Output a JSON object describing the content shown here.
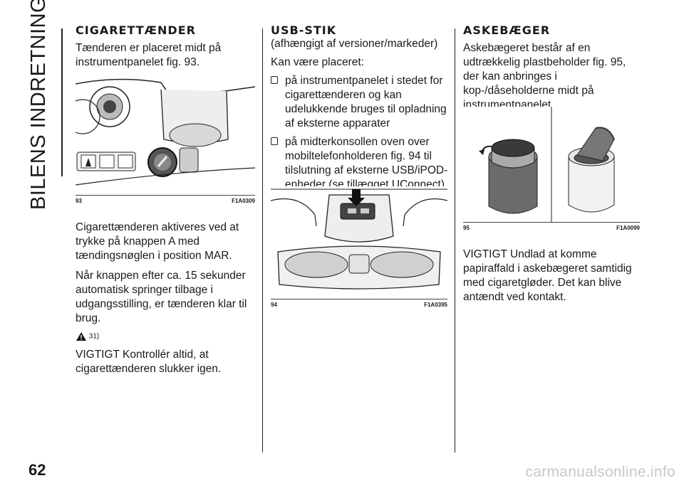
{
  "section_title": "BILENS INDRETNING",
  "page_number": "62",
  "watermark": "carmanualsonline.info",
  "col1": {
    "heading": "CIGARETTÆNDER",
    "intro": "Tænderen er placeret midt på instrumentpanelet fig. 93.",
    "fig_no": "93",
    "fig_code": "F1A0309",
    "para1": "Cigarettænderen aktiveres ved at trykke på knappen A med tændingsnøglen i position MAR.",
    "para2": "Når knappen efter ca. 15 sekunder automatisk springer tilbage i udgangsstilling, er tænderen klar til brug.",
    "warning_ref": "31)",
    "para3": "VIGTIGT Kontrollér altid, at cigarettænderen slukker igen."
  },
  "col2": {
    "heading": "USB-STIK",
    "subtitle": "(afhængigt af versioner/markeder)",
    "intro": "Kan være placeret:",
    "bullets": [
      "på instrumentpanelet i stedet for cigarettænderen og kan udelukkende bruges til opladning af eksterne apparater",
      "på midterkonsollen oven over mobiltelefonholderen fig. 94 til tilslutning af eksterne USB/iPOD-enheder (se tillægget UConnect)."
    ],
    "fig_no": "94",
    "fig_code": "F1A0395"
  },
  "col3": {
    "heading": "ASKEBÆGER",
    "intro": "Askebægeret består af en udtrækkelig plastbeholder fig. 95, der kan anbringes i kop-/dåseholderne midt på instrumentpanelet.",
    "fig_no": "95",
    "fig_code": "F1A0099",
    "para1": "VIGTIGT Undlad at komme papiraffald i askebægeret samtidig med cigaretgløder. Det kan blive antændt ved kontakt."
  }
}
